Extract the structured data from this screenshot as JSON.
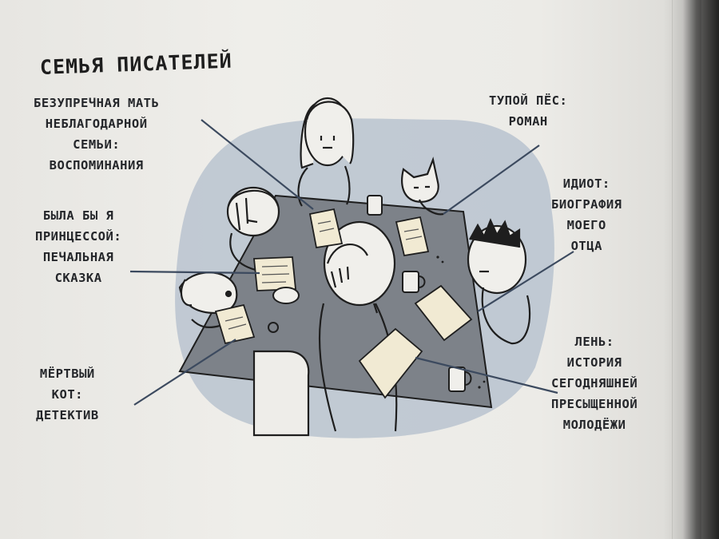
{
  "title": "СЕМЬЯ ПИСАТЕЛЕЙ",
  "labels": {
    "mother": [
      "БЕЗУПРЕЧНАЯ МАТЬ",
      "НЕБЛАГОДАРНОЙ",
      "СЕМЬИ:",
      "ВОСПОМИНАНИЯ"
    ],
    "princess": [
      "БЫЛА БЫ Я",
      "ПРИНЦЕССОЙ:",
      "ПЕЧАЛЬНАЯ",
      "СКАЗКА"
    ],
    "dead_cat": [
      "МЁРТВЫЙ",
      "КОТ:",
      "ДЕТЕКТИВ"
    ],
    "dog": [
      "ТУПОЙ ПЁС:",
      "РОМАН"
    ],
    "idiot": [
      "ИДИОТ:",
      "БИОГРАФИЯ",
      "МОЕГО",
      "ОТЦА"
    ],
    "laziness": [
      "ЛЕНЬ:",
      "ИСТОРИЯ",
      "СЕГОДНЯШНЕЙ",
      "ПРЕСЫЩЕННОЙ",
      "МОЛОДЁЖИ"
    ]
  },
  "colors": {
    "page": "#ecebe7",
    "blob": "#b9c3cf",
    "table": "#7d8289",
    "leader_line": "#3c4a5f",
    "ink": "#1e1e1e",
    "paper_sheet": "#f1ead3"
  }
}
